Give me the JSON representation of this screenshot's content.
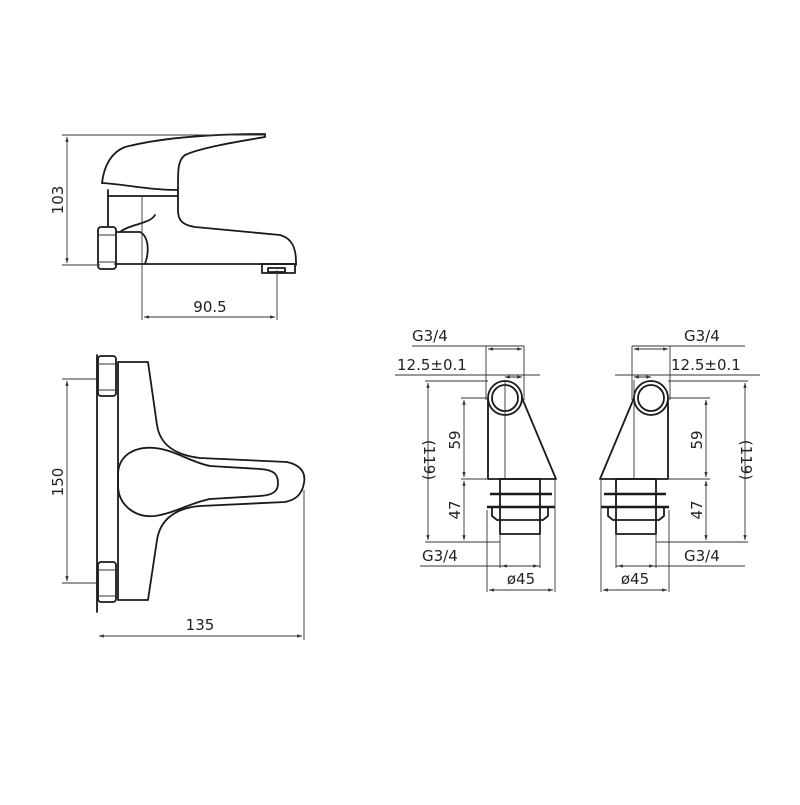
{
  "drawing": {
    "type": "technical dimension drawing",
    "subject": "wall-mounted single-lever bath/basin mixer",
    "colors": {
      "background": "#ffffff",
      "line": "#1a1a1a"
    }
  },
  "views": {
    "side_view": {
      "height_label": "103",
      "spout_reach_label": "90.5"
    },
    "top_view": {
      "inlet_spacing_label": "150",
      "depth_label": "135"
    },
    "eccentric_left": {
      "thread_top_label": "G3/4",
      "offset_label": "12.5±0.1",
      "overall_label": "(119)",
      "upper_label": "59",
      "lower_label": "47",
      "thread_bottom_label": "G3/4",
      "flange_label": "ø45"
    },
    "eccentric_right": {
      "thread_top_label": "G3/4",
      "offset_label": "12.5±0.1",
      "overall_label": "(119)",
      "upper_label": "59",
      "lower_label": "47",
      "thread_bottom_label": "G3/4",
      "flange_label": "ø45"
    }
  }
}
